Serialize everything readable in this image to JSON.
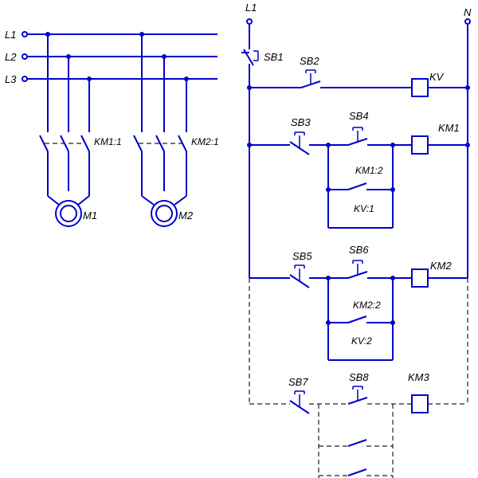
{
  "diagram": {
    "supply_lines": [
      "L1",
      "L2",
      "L3"
    ],
    "control_left": "L1",
    "control_right": "N",
    "motors": [
      {
        "name": "M1",
        "contactor_contacts": "KM1:1"
      },
      {
        "name": "M2",
        "contactor_contacts": "KM2:1"
      }
    ],
    "buttons": {
      "stop_all": "SB1",
      "voltage_relay_start": "SB2",
      "m1_stop": "SB3",
      "m1_start": "SB4",
      "m2_stop": "SB5",
      "m2_start": "SB6",
      "m3_stop": "SB7",
      "m3_start": "SB8"
    },
    "coils": {
      "voltage_relay": "KV",
      "contactor_1": "KM1",
      "contactor_2": "KM2",
      "contactor_3": "KM3"
    },
    "aux_contacts": {
      "km1_hold": "KM1:2",
      "kv_1": "KV:1",
      "km2_hold": "KM2:2",
      "kv_2": "KV:2"
    },
    "colors": {
      "wire": "#0000cc",
      "dashed": "#222222",
      "text": "#000000"
    }
  }
}
